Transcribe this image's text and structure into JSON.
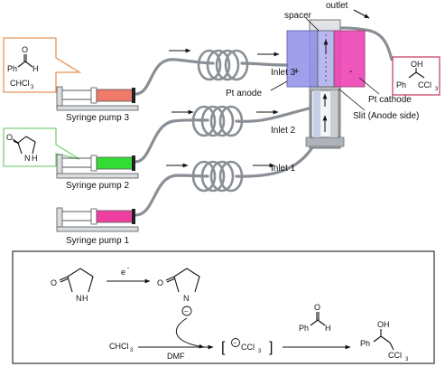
{
  "labels": {
    "outlet": "outlet",
    "spacer": "spacer",
    "inlet3": "Inlet 3",
    "inlet2": "Inlet 2",
    "inlet1": "Inlet 1",
    "pt_anode": "Pt anode",
    "pt_cathode": "Pt cathode",
    "slit": "Slit (Anode side)",
    "pump3": "Syringe pump 3",
    "pump2": "Syringe pump 2",
    "pump1": "Syringe pump 1"
  },
  "chem": {
    "benzaldehyde_ph": "Ph",
    "benzaldehyde_h": "H",
    "benzaldehyde_o": "O",
    "chcl3": "CHCl",
    "sub3": "3",
    "pyrrolidinone_nh": "N",
    "pyrrolidinone_h": "H",
    "pyrrolidinone_o": "O",
    "product_oh": "OH",
    "product_ph": "Ph",
    "product_ccl3": "CCl",
    "electron": "e",
    "electron_charge": "-",
    "anion_n": "N",
    "anion_o": "O",
    "minus": "−",
    "dmf": "DMF",
    "ccl3": "CCl",
    "bracket_left": "[",
    "bracket_right": "]",
    "plus_anode": "+",
    "minus_cathode": "-"
  },
  "colors": {
    "pump3_fill": "#f07a6a",
    "pump2_fill": "#33dd33",
    "pump1_fill": "#ee3fa0",
    "anode": "#8f8fe8",
    "cathode": "#ee44b4",
    "cell_grey": "#c8ccd2",
    "box3": "#e8935a",
    "box2": "#7dcf7d",
    "product_box": "#cc4466"
  }
}
